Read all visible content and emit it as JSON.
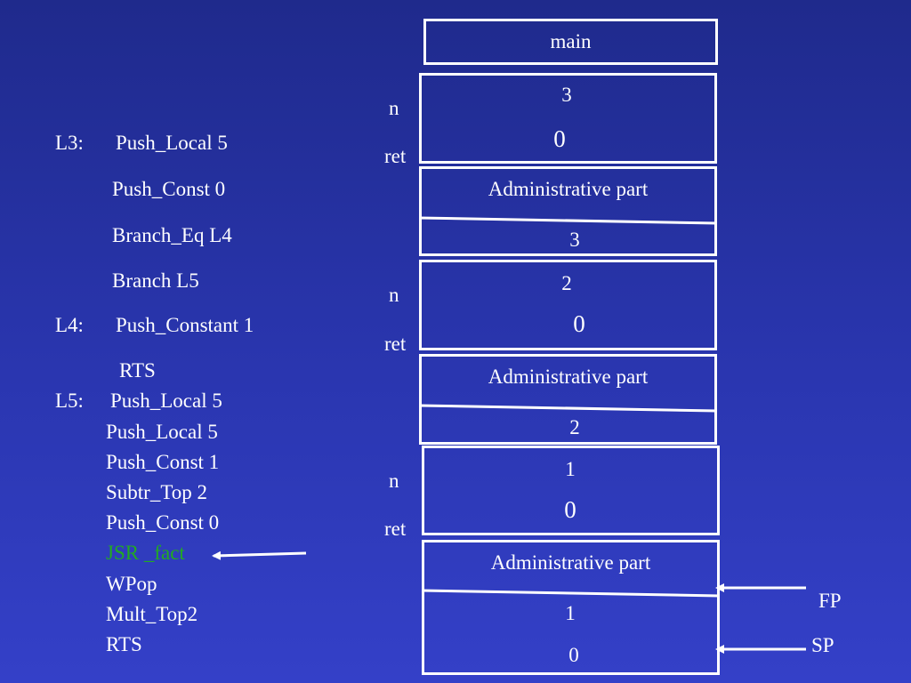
{
  "code": {
    "lines": [
      {
        "label": "L3:",
        "text": "Push_Local  5"
      },
      {
        "label": "",
        "text": "Push_Const  0"
      },
      {
        "label": "",
        "text": "Branch_Eq L4"
      },
      {
        "label": "",
        "text": "Branch L5"
      },
      {
        "label": "L4:",
        "text": "Push_Constant  1"
      },
      {
        "label": "",
        "text": "RTS"
      },
      {
        "label": "L5:",
        "text": "Push_Local 5"
      },
      {
        "label": "",
        "text": "Push_Local 5"
      },
      {
        "label": "",
        "text": "Push_Const 1"
      },
      {
        "label": "",
        "text": "Subtr_Top 2"
      },
      {
        "label": "",
        "text": "Push_Const 0"
      },
      {
        "label": "",
        "text": "JSR _fact"
      },
      {
        "label": "",
        "text": "WPop"
      },
      {
        "label": "",
        "text": "Mult_Top2"
      },
      {
        "label": "",
        "text": "RTS"
      }
    ],
    "highlight_color": "#22aa22"
  },
  "stack": {
    "main": "main",
    "frames": [
      {
        "n_label": "n",
        "ret_label": "ret",
        "n_value": "3",
        "ret_value": "0",
        "admin": "Administrative part",
        "arg": "3"
      },
      {
        "n_label": "n",
        "ret_label": "ret",
        "n_value": "2",
        "ret_value": "0",
        "admin": "Administrative part",
        "arg": "2"
      },
      {
        "n_label": "n",
        "ret_label": "ret",
        "n_value": "1",
        "ret_value": "0",
        "admin": "Administrative part",
        "arg": "1",
        "extra": "0"
      }
    ],
    "pointers": {
      "fp": "FP",
      "sp": "SP"
    }
  }
}
